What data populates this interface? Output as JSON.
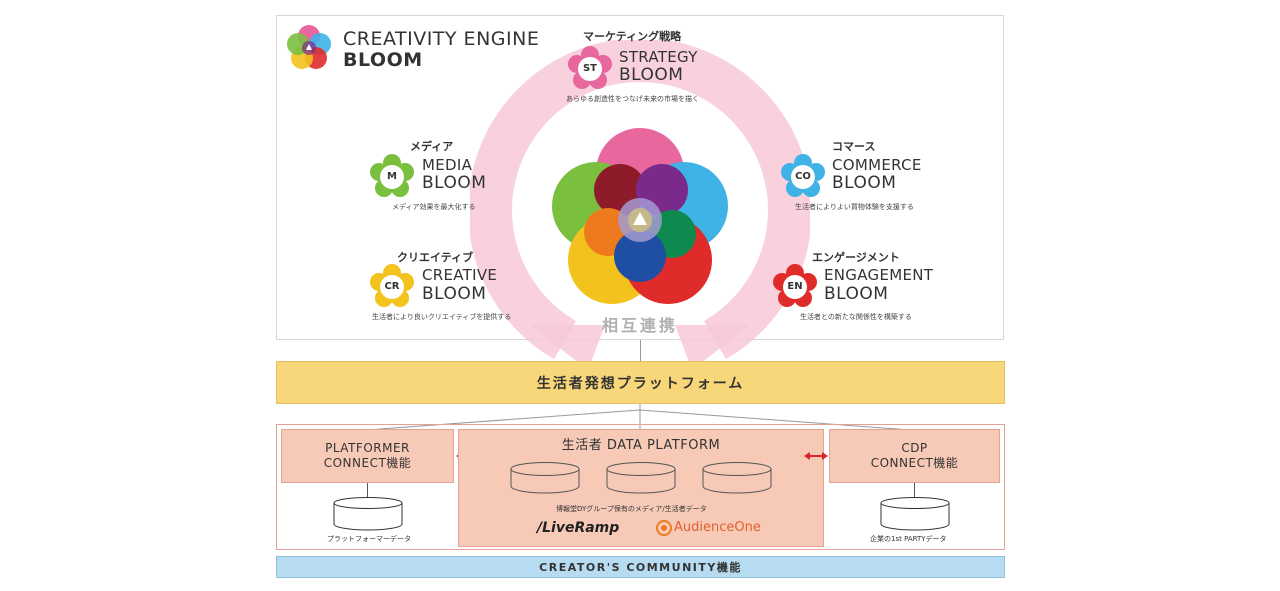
{
  "header": {
    "brand_line1": "CREATIVITY ENGINE",
    "brand_line2": "BLOOM"
  },
  "modules": {
    "strategy": {
      "category": "マーケティング戦略",
      "badge": "ST",
      "name": "STRATEGY",
      "bloom": "BLOOM",
      "desc": "あらゆる創造性をつなげ未来の市場を描く",
      "color": "#e8679e"
    },
    "media": {
      "category": "メディア",
      "badge": "M",
      "name": "MEDIA",
      "bloom": "BLOOM",
      "desc": "メディア効果を最大化する",
      "color": "#7bbf3f"
    },
    "commerce": {
      "category": "コマース",
      "badge": "CO",
      "name": "COMMERCE",
      "bloom": "BLOOM",
      "desc": "生活者によりよい買物体験を支援する",
      "color": "#3fb3e6"
    },
    "creative": {
      "category": "クリエイティブ",
      "badge": "CR",
      "name": "CREATIVE",
      "bloom": "BLOOM",
      "desc": "生活者により良いクリエイティブを提供する",
      "color": "#f3c21d"
    },
    "engagement": {
      "category": "エンゲージメント",
      "badge": "EN",
      "name": "ENGAGEMENT",
      "bloom": "BLOOM",
      "desc": "生活者との新たな関係性を構築する",
      "color": "#e02b2b"
    }
  },
  "mutual_label": "相互連携",
  "platform_bar": "生活者発想プラットフォーム",
  "bottom": {
    "platformer_line1": "PLATFORMER",
    "platformer_line2": "CONNECT機能",
    "platformer_data": "プラットフォーマーデータ",
    "center_title": "生活者 DATA PLATFORM",
    "center_caption": "博報堂DYグループ保有のメディア/生活者データ",
    "liveramp": "/LiveRamp",
    "audienceone": "AudienceOne",
    "cdp_line1": "CDP",
    "cdp_line2": "CONNECT機能",
    "cdp_data": "企業の1st PARTYデータ"
  },
  "community_bar": "CREATOR'S COMMUNITY機能",
  "colors": {
    "pink": "#e8679e",
    "green": "#7bbf3f",
    "blue": "#3fb3e6",
    "yellow": "#f3c21d",
    "red": "#e02b2b",
    "orange": "#ef7a1e",
    "navy": "#1f4fa3",
    "purple": "#7a2a8a",
    "maroon": "#8e1b2a",
    "darkgreen": "#0f8a4e"
  }
}
